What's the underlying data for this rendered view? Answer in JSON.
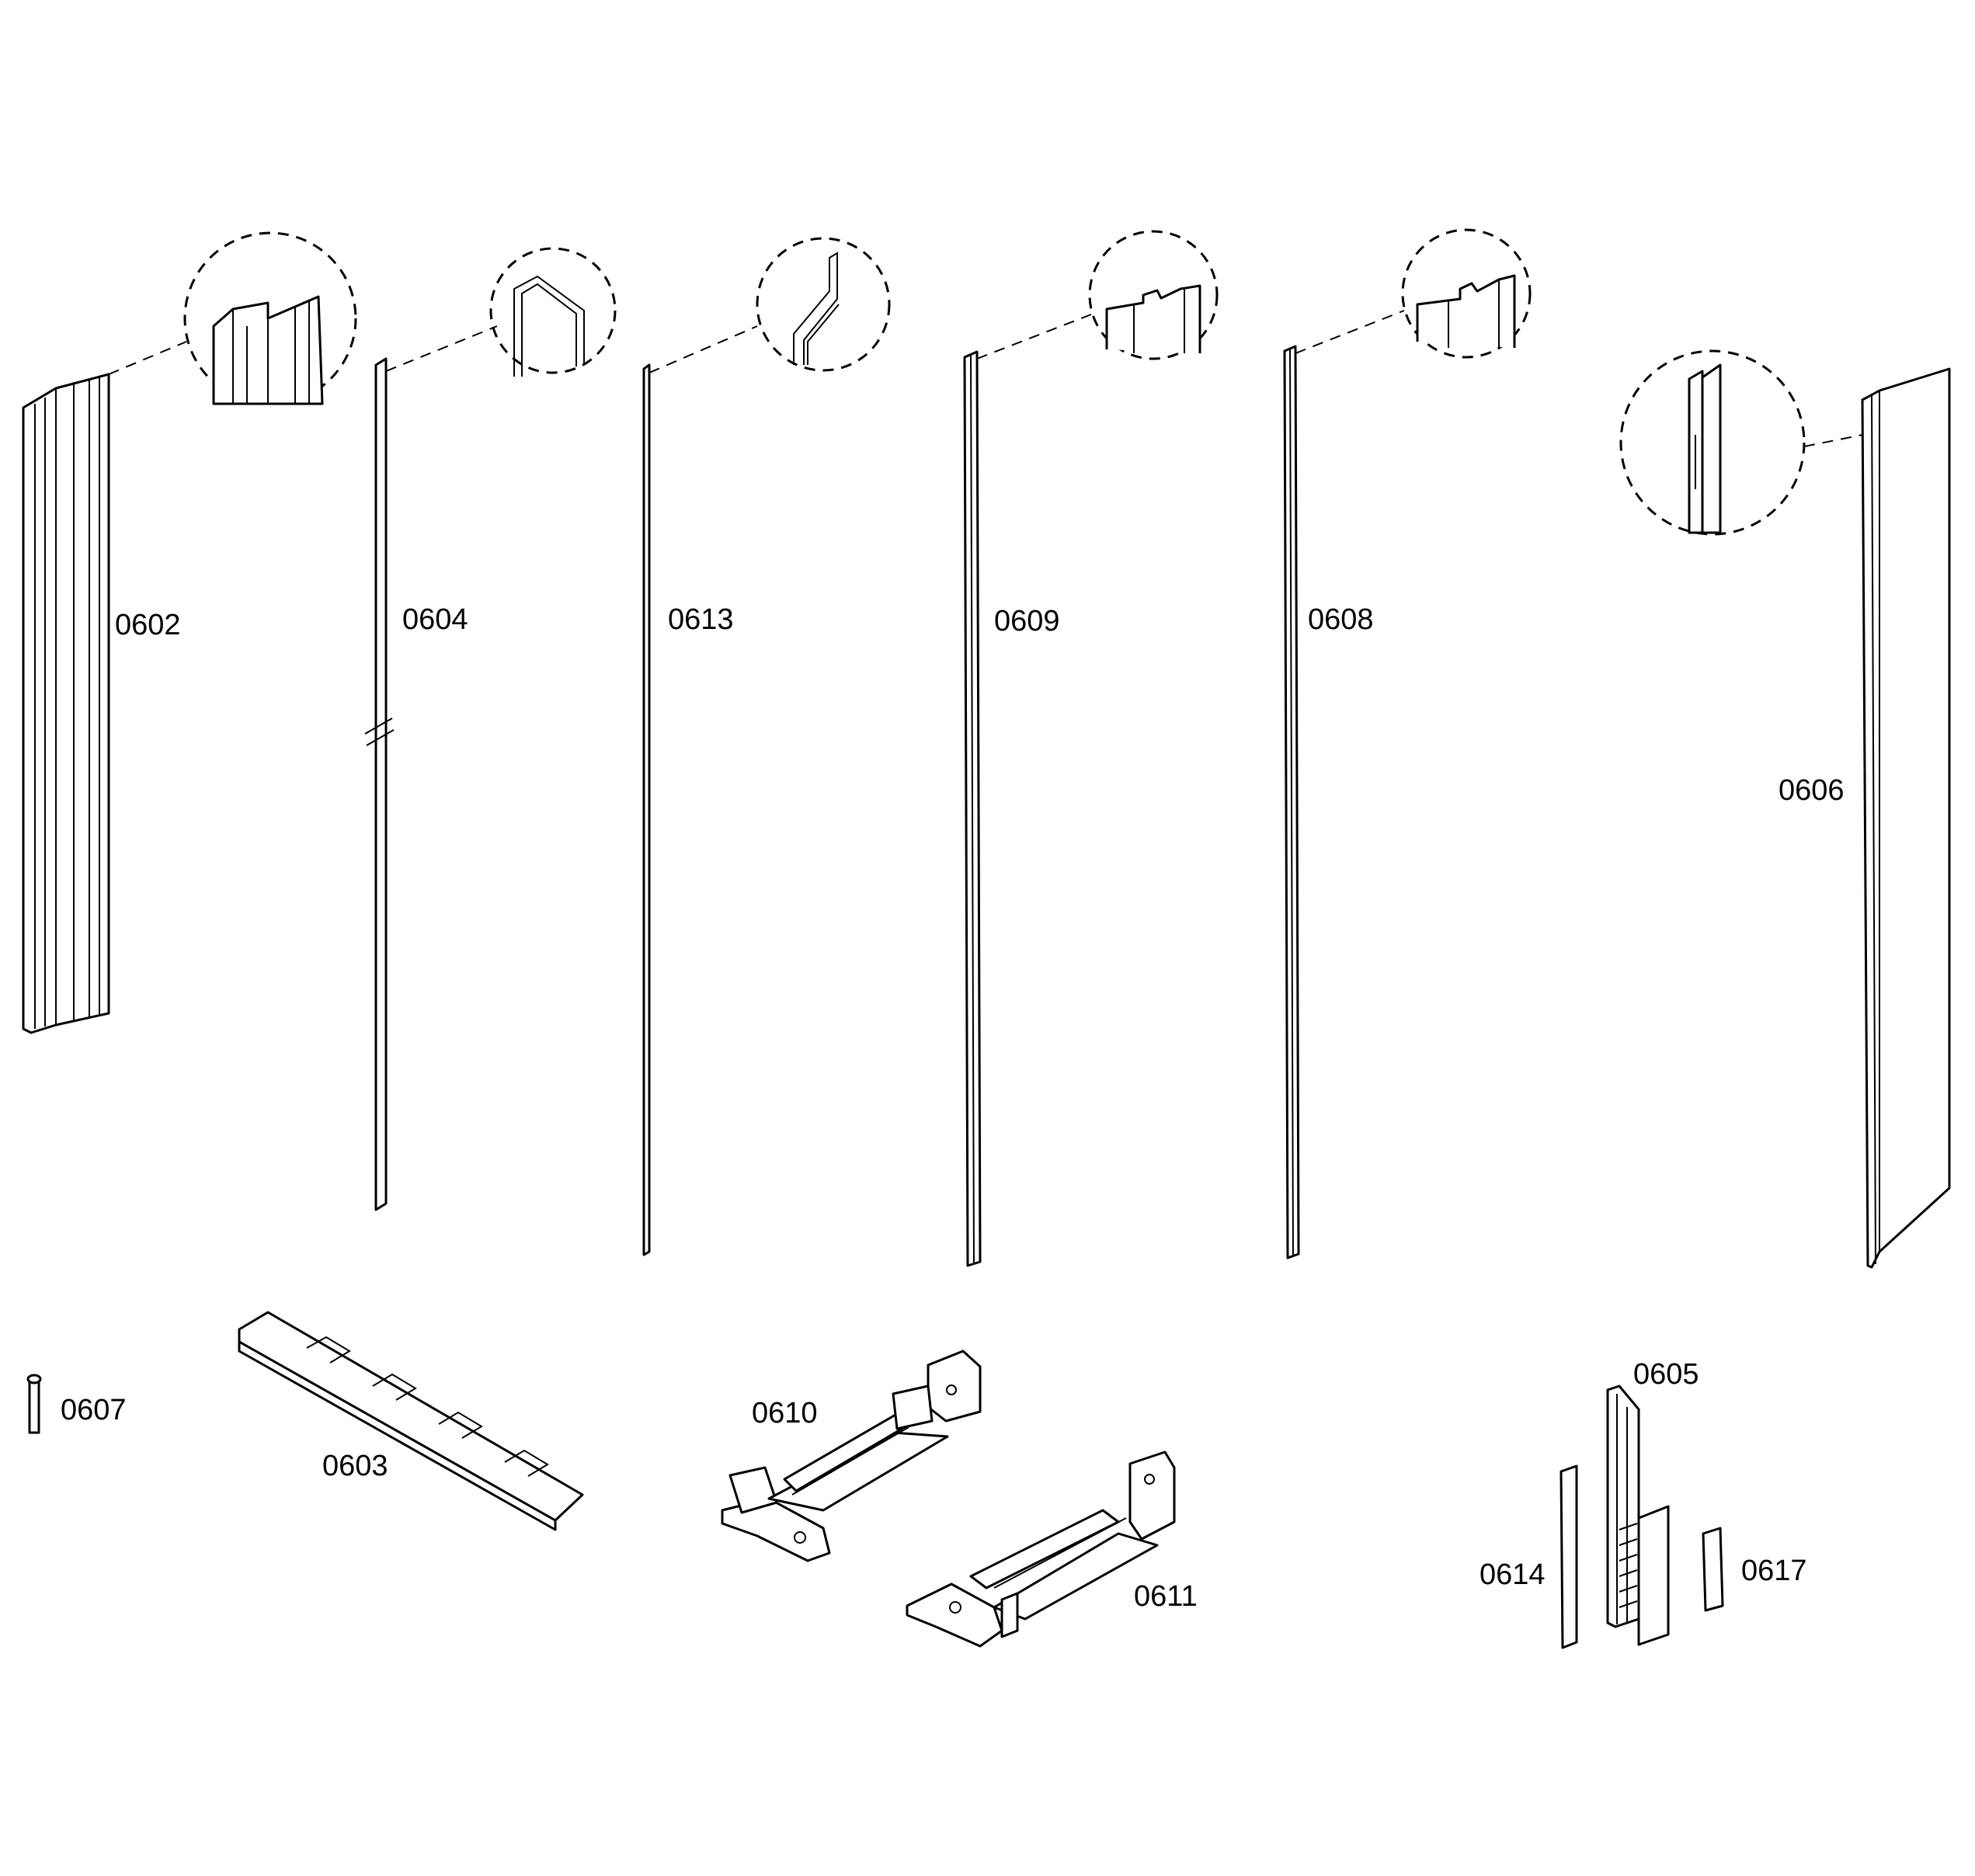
{
  "diagram": {
    "labels": {
      "p0602": "0602",
      "p0604": "0604",
      "p0613": "0613",
      "p0609": "0609",
      "p0608": "0608",
      "p0606": "0606",
      "p0607": "0607",
      "p0603": "0603",
      "p0610": "0610",
      "p0611": "0611",
      "p0605": "0605",
      "p0614": "0614",
      "p0617": "0617"
    },
    "line_color": "#000000",
    "background_color": "#ffffff"
  }
}
